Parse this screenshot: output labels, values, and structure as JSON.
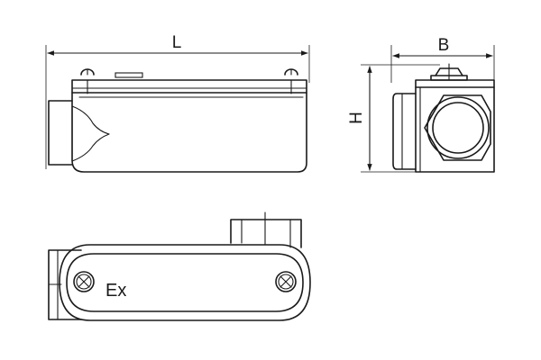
{
  "dimensions": {
    "length_label": "L",
    "width_label": "B",
    "height_label": "H"
  },
  "marking": {
    "ex_label": "Ex"
  }
}
